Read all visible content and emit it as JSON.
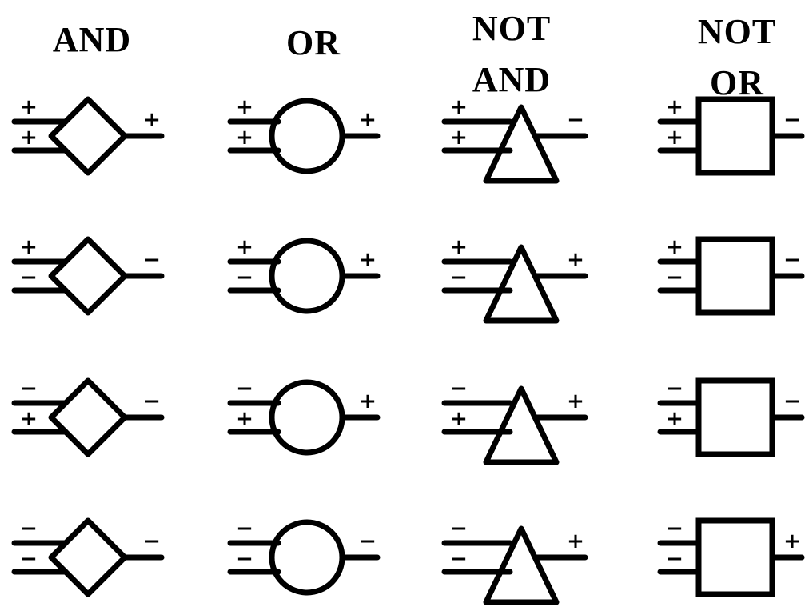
{
  "headers": [
    {
      "lines": [
        "AND"
      ]
    },
    {
      "lines": [
        "OR"
      ]
    },
    {
      "lines": [
        "NOT",
        "AND"
      ]
    },
    {
      "lines": [
        "NOT",
        "OR"
      ]
    }
  ],
  "gates": [
    {
      "name": "and",
      "shape": "diamond"
    },
    {
      "name": "or",
      "shape": "circle"
    },
    {
      "name": "nand",
      "shape": "triangle"
    },
    {
      "name": "nor",
      "shape": "square"
    }
  ],
  "rows": [
    [
      {
        "in1": "+",
        "in2": "+",
        "out": "+"
      },
      {
        "in1": "+",
        "in2": "+",
        "out": "+"
      },
      {
        "in1": "+",
        "in2": "+",
        "out": "−"
      },
      {
        "in1": "+",
        "in2": "+",
        "out": "−"
      }
    ],
    [
      {
        "in1": "+",
        "in2": "−",
        "out": "−"
      },
      {
        "in1": "+",
        "in2": "−",
        "out": "+"
      },
      {
        "in1": "+",
        "in2": "−",
        "out": "+"
      },
      {
        "in1": "+",
        "in2": "−",
        "out": "−"
      }
    ],
    [
      {
        "in1": "−",
        "in2": "+",
        "out": "−"
      },
      {
        "in1": "−",
        "in2": "+",
        "out": "+"
      },
      {
        "in1": "−",
        "in2": "+",
        "out": "+"
      },
      {
        "in1": "−",
        "in2": "+",
        "out": "−"
      }
    ],
    [
      {
        "in1": "−",
        "in2": "−",
        "out": "−"
      },
      {
        "in1": "−",
        "in2": "−",
        "out": "−"
      },
      {
        "in1": "−",
        "in2": "−",
        "out": "+"
      },
      {
        "in1": "−",
        "in2": "−",
        "out": "+"
      }
    ]
  ]
}
